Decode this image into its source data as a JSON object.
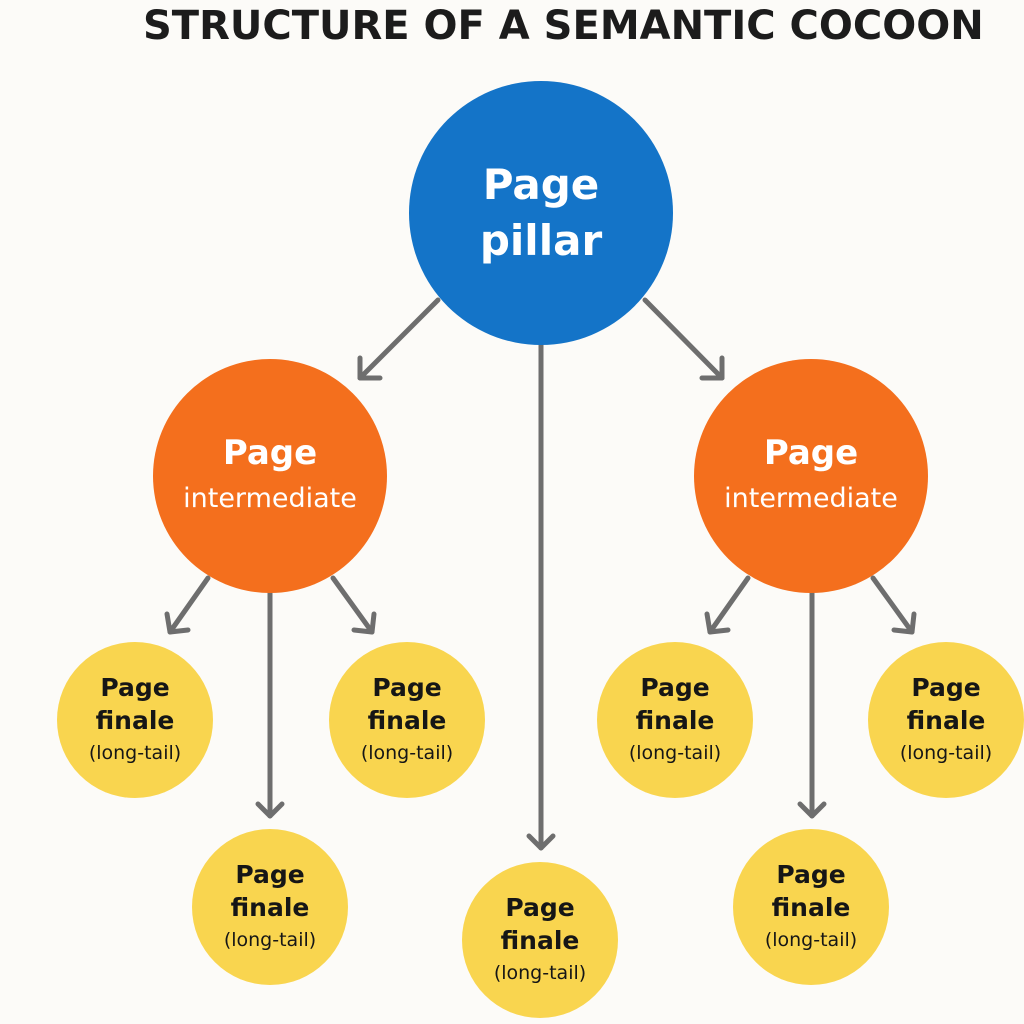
{
  "title": "STRUCTURE OF A SEMANTIC COCOON",
  "colors": {
    "pillar": "#1474c8",
    "intermediate": "#f46f1d",
    "finale": "#f9d54f",
    "arrow": "#6e6e6e",
    "background": "#fcfbf8"
  },
  "nodes": {
    "pillar": {
      "line1": "Page",
      "line2": "pillar"
    },
    "intermediate_left": {
      "line1": "Page",
      "line2": "intermediate"
    },
    "intermediate_right": {
      "line1": "Page",
      "line2": "intermediate"
    },
    "finale_1": {
      "line1": "Page",
      "line2": "finale",
      "line3": "(long-tail)"
    },
    "finale_2": {
      "line1": "Page",
      "line2": "finale",
      "line3": "(long-tail)"
    },
    "finale_3": {
      "line1": "Page",
      "line2": "finale",
      "line3": "(long-tail)"
    },
    "finale_4": {
      "line1": "Page",
      "line2": "finale",
      "line3": "(long-tail)"
    },
    "finale_5": {
      "line1": "Page",
      "line2": "finale",
      "line3": "(long-tail)"
    },
    "finale_6": {
      "line1": "Page",
      "line2": "finale",
      "line3": "(long-tail)"
    },
    "finale_7": {
      "line1": "Page",
      "line2": "finale",
      "line3": "(long-tail)"
    }
  }
}
